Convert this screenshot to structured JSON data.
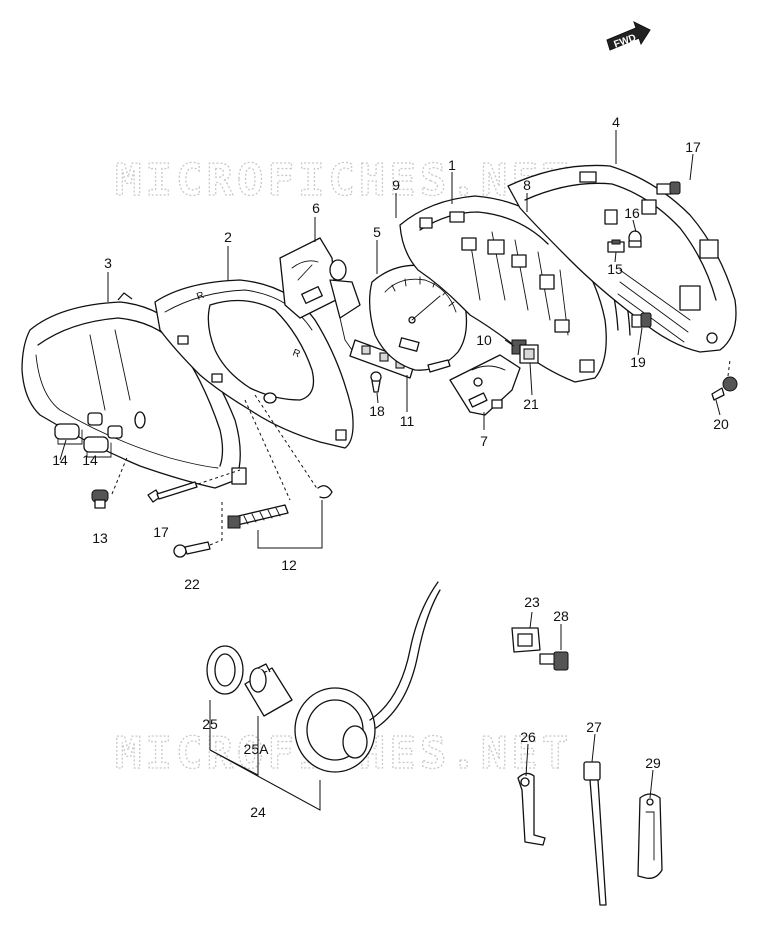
{
  "watermarks": [
    "MICROFICHES.NET",
    "MICROFICHES.NET"
  ],
  "fwd_label": "FWD",
  "labels": {
    "p1": "1",
    "p2": "2",
    "p3": "3",
    "p4": "4",
    "p5": "5",
    "p6": "6",
    "p7": "7",
    "p8": "8",
    "p9": "9",
    "p10": "10",
    "p11": "11",
    "p12": "12",
    "p13": "13",
    "p14a": "14",
    "p14b": "14",
    "p15": "15",
    "p16": "16",
    "p17a": "17",
    "p17b": "17",
    "p18": "18",
    "p19": "19",
    "p20": "20",
    "p21": "21",
    "p22": "22",
    "p23": "23",
    "p24": "24",
    "p25": "25",
    "p25a": "25A",
    "p26": "26",
    "p27": "27",
    "p28": "28",
    "p29": "29"
  }
}
